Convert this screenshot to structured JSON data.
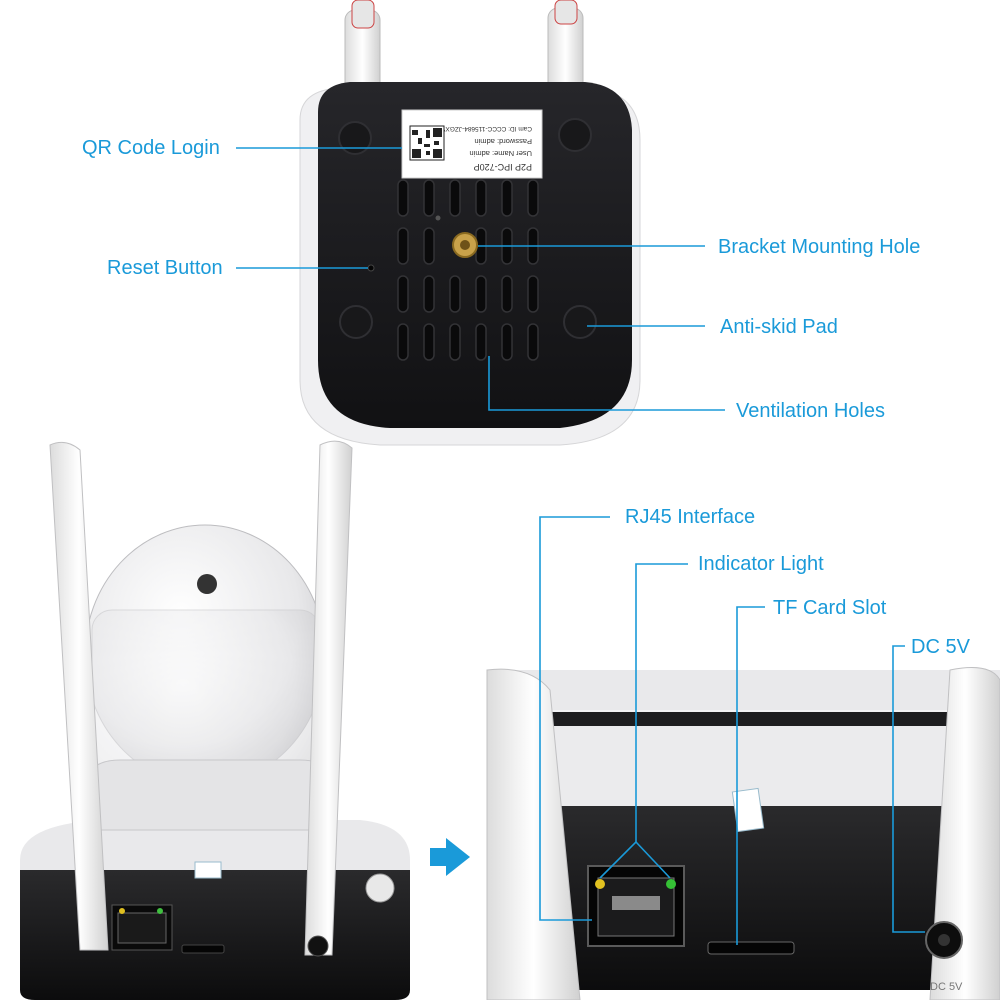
{
  "callouts": {
    "qr_code_login": "QR Code Login",
    "reset_button": "Reset Button",
    "bracket_mounting_hole": "Bracket Mounting Hole",
    "anti_skid_pad": "Anti-skid Pad",
    "ventilation_holes": "Ventilation Holes",
    "rj45_interface": "RJ45 Interface",
    "indicator_light": "Indicator Light",
    "tf_card_slot": "TF Card Slot",
    "dc_5v": "DC 5V"
  },
  "sticker": {
    "model": "P2P IPC-720P",
    "cam_id": "Cam ID: CCCC-115684-JZGXVD",
    "user_name": "User Name:  admin",
    "password": "Password:  admin"
  },
  "port_labels": {
    "dc": "DC 5V"
  },
  "colors": {
    "callout": "#1a9ad9",
    "body_dark": "#1c1c1e",
    "shell_white": "#f2f2f2"
  }
}
